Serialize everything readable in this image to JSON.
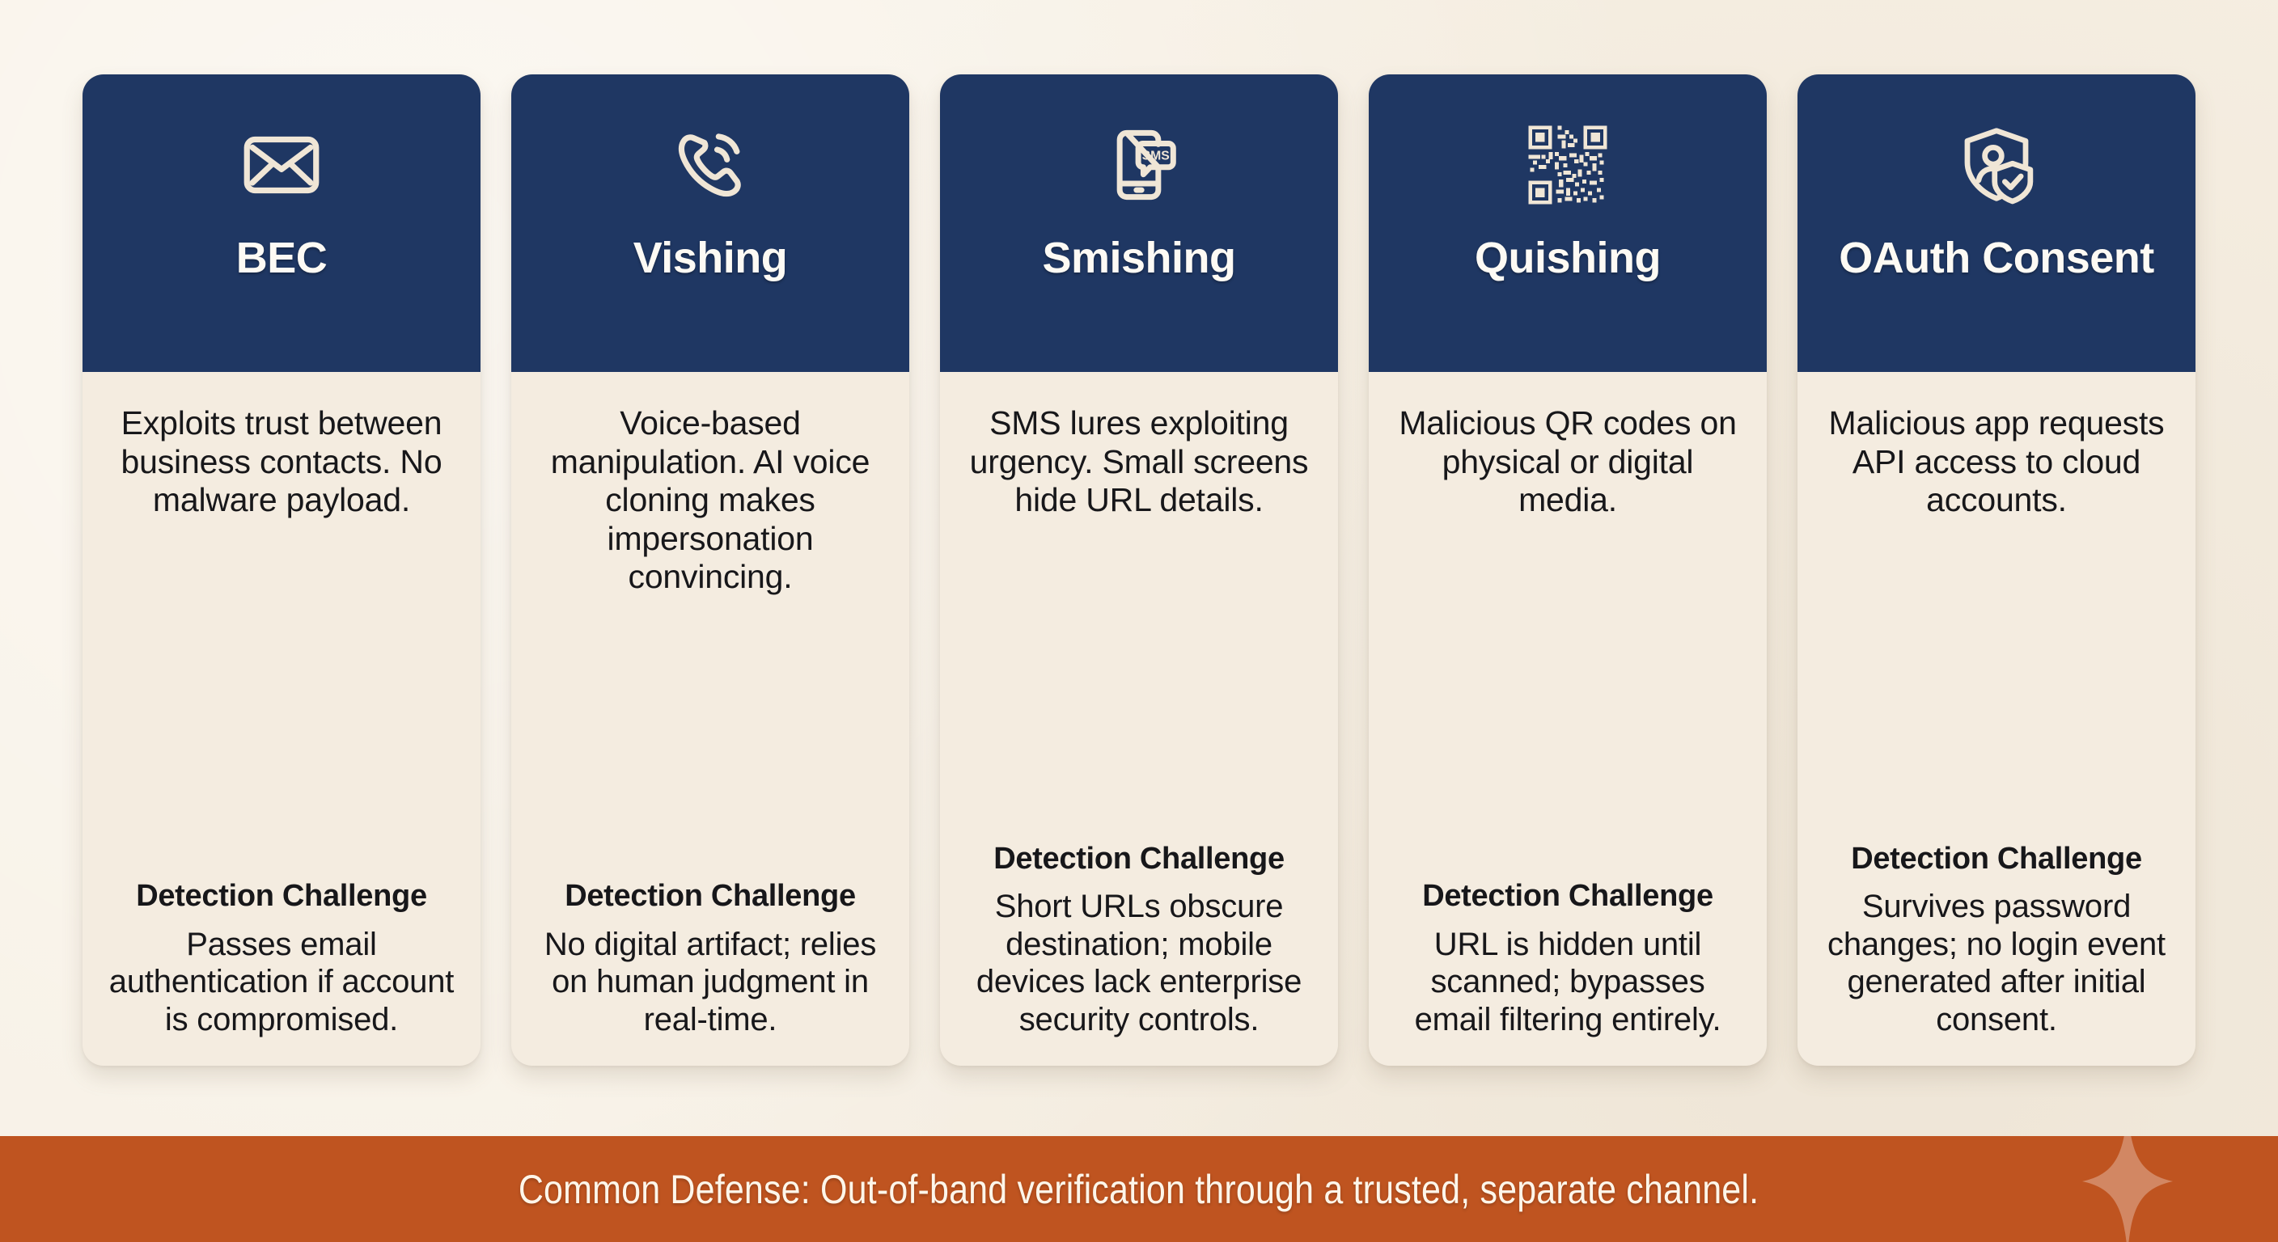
{
  "theme": {
    "page_bg": "#f7f0e4",
    "card_bg": "#f4ece0",
    "header_navy": "#1f3763",
    "banner_orange": "#bf5420",
    "text_dark": "#17171a",
    "text_light": "#fdfaf4"
  },
  "challenge_label": "Detection Challenge",
  "cards": [
    {
      "title": "BEC",
      "icon": "envelope-icon",
      "description": "Exploits trust between business contacts. No malware payload.",
      "challenge_label": "Detection Challenge",
      "challenge": "Passes email authentication if account is compromised."
    },
    {
      "title": "Vishing",
      "icon": "phone-call-icon",
      "description": "Voice-based manipulation. AI voice cloning makes impersonation convincing.",
      "challenge_label": "Detection Challenge",
      "challenge": "No digital artifact; relies on human judgment in real-time."
    },
    {
      "title": "Smishing",
      "icon": "sms-phone-icon",
      "description": "SMS lures exploiting urgency. Small screens hide URL details.",
      "challenge_label": "Detection Challenge",
      "challenge": "Short URLs obscure destination; mobile devices lack enterprise security controls."
    },
    {
      "title": "Quishing",
      "icon": "qr-code-icon",
      "description": "Malicious QR codes on physical or digital media.",
      "challenge_label": "Detection Challenge",
      "challenge": "URL is hidden until scanned; bypasses email filtering entirely."
    },
    {
      "title": "OAuth Consent",
      "icon": "shield-user-check-icon",
      "description": "Malicious app requests API access to cloud accounts.",
      "challenge_label": "Detection Challenge",
      "challenge": "Survives password changes; no login event generated after initial consent."
    }
  ],
  "banner": {
    "text": "Common Defense: Out-of-band verification through a trusted, separate channel.",
    "decoration": "sparkle-icon"
  }
}
